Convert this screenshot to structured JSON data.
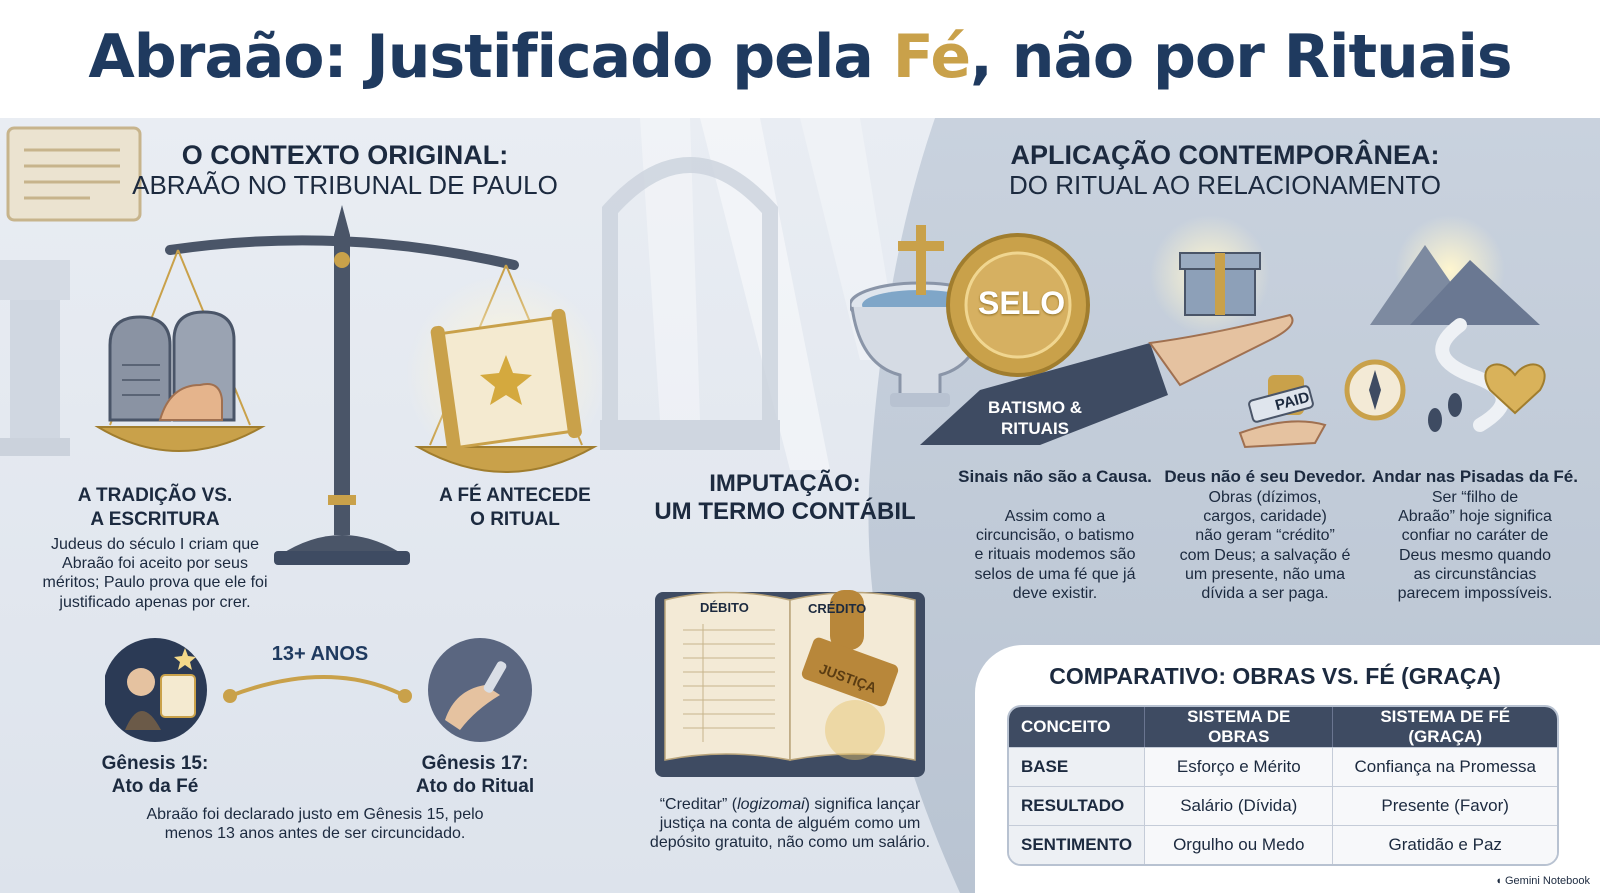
{
  "title": {
    "part1": "Abraão: Justificado pela ",
    "highlight": "Fé",
    "part2": ", não por Rituais"
  },
  "left": {
    "heading": "O CONTEXTO ORIGINAL:",
    "subheading": "ABRAÃO NO TRIBUNAL DE PAULO",
    "tradition": {
      "label_line1": "A TRADIÇÃO VS.",
      "label_line2": "A ESCRITURA",
      "text_line1": "Judeus do século I criam que",
      "text_line2": "Abraão foi aceito por seus",
      "text_line3": "méritos; Paulo prova que ele foi",
      "text_line4": "justificado apenas por crer."
    },
    "faith": {
      "label_line1": "A FÉ ANTECEDE",
      "label_line2": "O RITUAL"
    },
    "timeline": {
      "gap": "13+ ANOS",
      "g15_line1": "Gênesis 15:",
      "g15_line2": "Ato da Fé",
      "g17_line1": "Gênesis 17:",
      "g17_line2": "Ato do Ritual",
      "text_line1": "Abraão foi declarado justo em Gênesis 15, pelo",
      "text_line2": "menos 13 anos antes de ser circuncidado."
    }
  },
  "middle": {
    "heading_line1": "IMPUTAÇÃO:",
    "heading_line2": "UM TERMO CONTÁBIL",
    "ledger_debit": "DÉBITO",
    "ledger_credit": "CRÉDITO",
    "stamp": "JUSTIÇA",
    "text_line1_pre": "“Creditar” (",
    "text_line1_em": "logizomai",
    "text_line1_post": ") significa lançar",
    "text_line2": "justiça na conta de alguém como um",
    "text_line3": "depósito gratuito, não como um salário."
  },
  "right": {
    "heading": "APLICAÇÃO CONTEMPORÂNEA:",
    "subheading": "DO RITUAL AO RELACIONAMENTO",
    "seal_text": "SELO",
    "banner_line1": "BATISMO &",
    "banner_line2": "RITUAIS",
    "paid_tag": "PAID",
    "col1": {
      "title": "Sinais não são a Causa.",
      "l1": "Assim como a",
      "l2": "circuncisão, o batismo",
      "l3": "e rituais modemos são",
      "l4": "selos de uma fé que já",
      "l5": "deve existir."
    },
    "col2": {
      "title": "Deus não é seu Devedor.",
      "l1": "Obras (dízimos,",
      "l2": "cargos, caridade)",
      "l3": "não geram “crédito”",
      "l4": "com Deus; a salvação é",
      "l5": "um presente, não uma",
      "l6": "dívida a ser paga."
    },
    "col3": {
      "title": "Andar nas Pisadas da Fé.",
      "l1": "Ser “filho de",
      "l2": "Abraão” hoje significa",
      "l3": "confiar no caráter de",
      "l4": "Deus mesmo quando",
      "l5": "as circunstâncias",
      "l6": "parecem impossíveis."
    }
  },
  "comparison": {
    "title": "COMPARATIVO: OBRAS VS. FÉ (GRAÇA)",
    "headers": [
      "CONCEITO",
      "SISTEMA DE OBRAS",
      "SISTEMA DE FÉ (GRAÇA)"
    ],
    "rows": [
      [
        "BASE",
        "Esforço e Mérito",
        "Confiança na Promessa"
      ],
      [
        "RESULTADO",
        "Salário (Dívida)",
        "Presente (Favor)"
      ],
      [
        "SENTIMENTO",
        "Orgulho ou Medo",
        "Gratidão e Paz"
      ]
    ]
  },
  "credit": "Gemini Notebook",
  "colors": {
    "navy": "#1f3a5f",
    "gold": "#c9a14a",
    "table_header": "#3e4b62"
  }
}
